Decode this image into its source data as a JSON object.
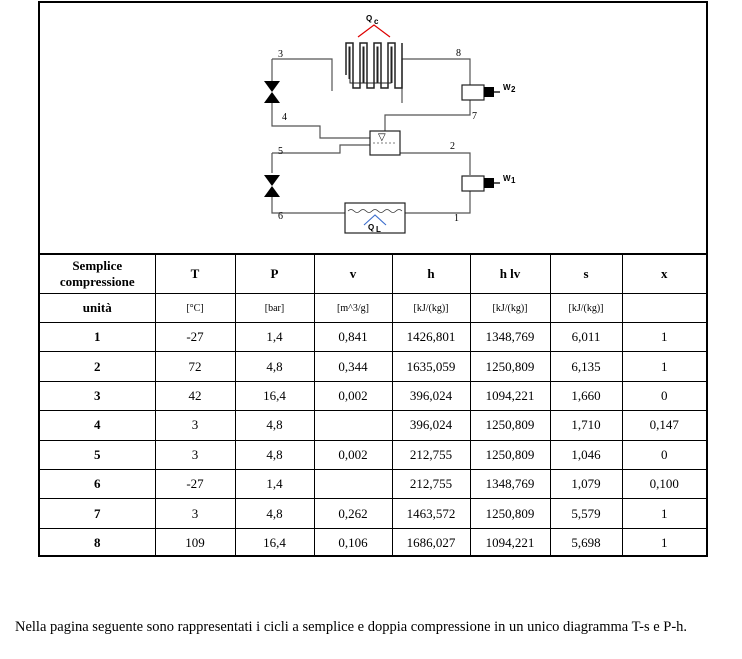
{
  "schematic": {
    "labels": {
      "qc": "Q",
      "qc_sub": "c",
      "ql": "Q",
      "ql_sub": "L",
      "w1": "W",
      "w1_sub": "1",
      "w2": "W",
      "w2_sub": "2",
      "n1": "1",
      "n2": "2",
      "n3": "3",
      "n4": "4",
      "n5": "5",
      "n6": "6",
      "n7": "7",
      "n8": "8"
    }
  },
  "table": {
    "headers": [
      "Semplice compressione",
      "T",
      "P",
      "v",
      "h",
      "h lv",
      "s",
      "x"
    ],
    "units": [
      "unità",
      "[°C]",
      "[bar]",
      "[m^3/g]",
      "[kJ/(kg)]",
      "[kJ/(kg)]",
      "[kJ/(kg)]",
      ""
    ],
    "rows": [
      [
        "1",
        "-27",
        "1,4",
        "0,841",
        "1426,801",
        "1348,769",
        "6,011",
        "1"
      ],
      [
        "2",
        "72",
        "4,8",
        "0,344",
        "1635,059",
        "1250,809",
        "6,135",
        "1"
      ],
      [
        "3",
        "42",
        "16,4",
        "0,002",
        "396,024",
        "1094,221",
        "1,660",
        "0"
      ],
      [
        "4",
        "3",
        "4,8",
        "",
        "396,024",
        "1250,809",
        "1,710",
        "0,147"
      ],
      [
        "5",
        "3",
        "4,8",
        "0,002",
        "212,755",
        "1250,809",
        "1,046",
        "0"
      ],
      [
        "6",
        "-27",
        "1,4",
        "",
        "212,755",
        "1348,769",
        "1,079",
        "0,100"
      ],
      [
        "7",
        "3",
        "4,8",
        "0,262",
        "1463,572",
        "1250,809",
        "5,579",
        "1"
      ],
      [
        "8",
        "109",
        "16,4",
        "0,106",
        "1686,027",
        "1094,221",
        "5,698",
        "1"
      ]
    ]
  },
  "footer": {
    "text": "Nella pagina seguente sono rappresentati i cicli a semplice e doppia compressione in un unico diagramma T-s e P-h."
  }
}
